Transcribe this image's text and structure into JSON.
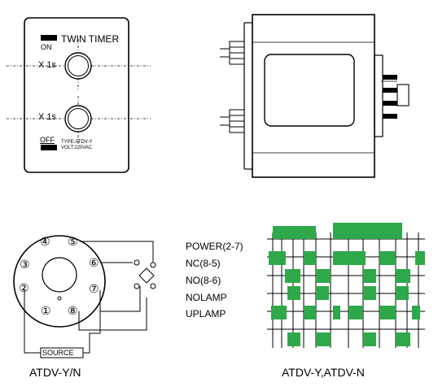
{
  "front_panel": {
    "title": "TWIN TIMER",
    "on_label": "ON",
    "off_label": "OFF",
    "knob_top_label": "X 1s",
    "knob_bottom_label": "X 1s",
    "type_line1": "TYPE:ATDV-Y",
    "type_line2": "VOLT:220VAC"
  },
  "socket": {
    "pins": [
      "①",
      "②",
      "③",
      "④",
      "⑤",
      "⑥",
      "⑦",
      "⑧"
    ],
    "source_label": "SOURCE",
    "caption": "ATDV-Y/N"
  },
  "timing_chart": {
    "rows": [
      "POWER(2-7)",
      "NC(8-5)",
      "NO(8-6)",
      "NOLAMP",
      "UPLAMP"
    ],
    "caption": "ATDV-Y,ATDV-N"
  },
  "colors": {
    "green": "#2ea84a",
    "line": "#000000"
  }
}
